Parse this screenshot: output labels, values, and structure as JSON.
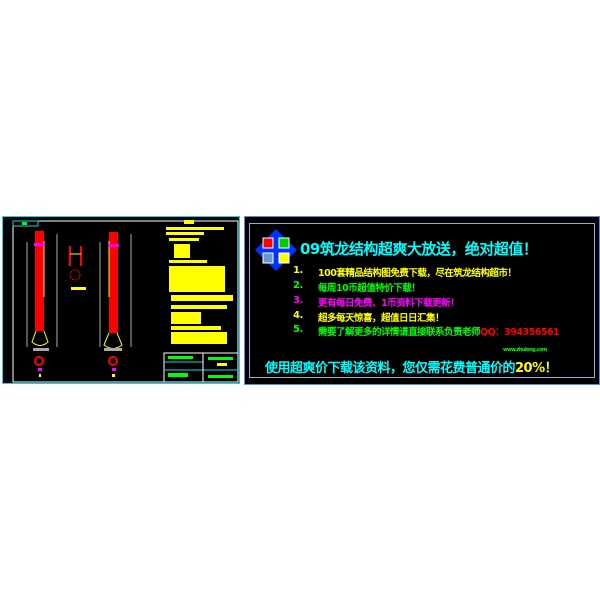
{
  "ad": {
    "title": "09筑龙结构超爽大放送，绝对超值！",
    "items": [
      {
        "num": "1.",
        "text": "100套精品结构图免费下载，尽在筑龙结构超市！"
      },
      {
        "num": "2.",
        "text": "每周10币超值特价下载！"
      },
      {
        "num": "3.",
        "text": "更有每日免费、1币资料下载更新！"
      },
      {
        "num": "4.",
        "text": "超多每天惊喜，超值日日汇集！"
      },
      {
        "num": "5.",
        "text": "需要了解更多的详情请直接联系负责老师",
        "contact": "QQ：394356561"
      }
    ],
    "small_note": "www.zhulong.com",
    "footer": "使用超爽价下载该资料，您仅需花费普通价的",
    "footer_highlight": "20%！"
  },
  "colors": {
    "cyan": "#00ffff",
    "yellow": "#ffff00",
    "green": "#00ff00",
    "magenta": "#ff00ff",
    "red": "#ff0000"
  }
}
